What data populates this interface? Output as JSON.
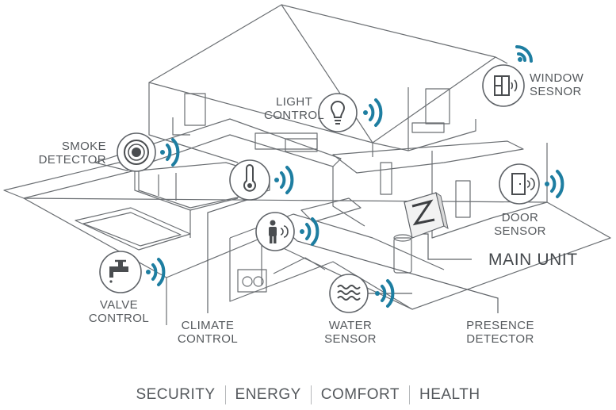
{
  "labels": {
    "window_sensor": [
      "WINDOW",
      "SESNOR"
    ],
    "light_control": [
      "LIGHT",
      "CONTROL"
    ],
    "smoke_detector": [
      "SMOKE",
      "DETECTOR"
    ],
    "door_sensor": [
      "DOOR",
      "SENSOR"
    ],
    "main_unit": "MAIN UNIT",
    "valve_control": [
      "VALVE",
      "CONTROL"
    ],
    "climate_control": [
      "CLIMATE",
      "CONTROL"
    ],
    "water_sensor": [
      "WATER",
      "SENSOR"
    ],
    "presence_detector": [
      "PRESENCE",
      "DETECTOR"
    ]
  },
  "footer": [
    "SECURITY",
    "ENERGY",
    "COMFORT",
    "HEALTH"
  ],
  "colors": {
    "accent": "#1e7ea1",
    "line": "#5f6368",
    "text": "#55595d"
  }
}
